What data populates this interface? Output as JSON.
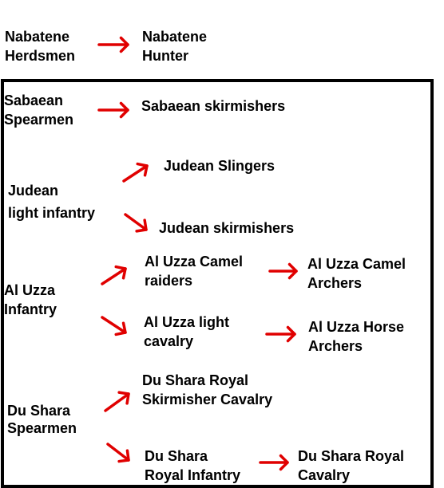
{
  "colors": {
    "arrow": "#e00000",
    "text": "#000000",
    "frame": "#000000"
  },
  "header": {
    "from": "Nabatene\nHerdsmen",
    "to": "Nabatene\nHunter"
  },
  "units": {
    "sabaean_spearmen": "Sabaean\nSpearmen",
    "sabaean_skirmishers": "Sabaean skirmishers",
    "judean_light_infantry": "Judean\nlight infantry",
    "judean_slingers": "Judean Slingers",
    "judean_skirmishers": "Judean skirmishers",
    "al_uzza_infantry": "Al Uzza\nInfantry",
    "al_uzza_camel_raiders": "Al Uzza Camel\nraiders",
    "al_uzza_camel_archers": "Al Uzza Camel\nArchers",
    "al_uzza_light_cavalry": "Al Uzza light\ncavalry",
    "al_uzza_horse_archers": "Al Uzza Horse\nArchers",
    "du_shara_spearmen": "Du Shara\nSpearmen",
    "du_shara_royal_skirmisher_cavalry": "Du Shara Royal\nSkirmisher Cavalry",
    "du_shara_royal_infantry": "Du Shara\nRoyal Infantry",
    "du_shara_royal_cavalry": "Du Shara Royal\nCavalry"
  }
}
